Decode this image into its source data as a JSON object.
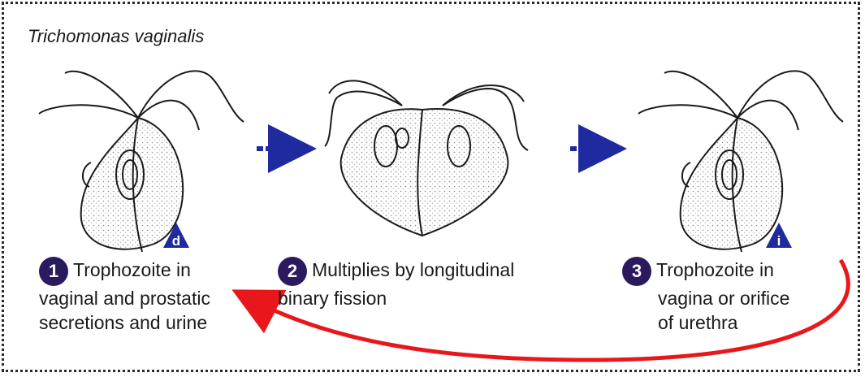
{
  "title": "Trichomonas vaginalis",
  "stages": [
    {
      "number": "1",
      "lines": [
        "Trophozoite in",
        "vaginal and prostatic",
        "secretions and urine"
      ],
      "marker": "d"
    },
    {
      "number": "2",
      "lines": [
        "Multiplies by longitudinal",
        "binary fission"
      ]
    },
    {
      "number": "3",
      "lines": [
        "Trophozoite in",
        "vagina or orifice",
        "of urethra"
      ],
      "marker": "i"
    }
  ],
  "colors": {
    "arrow": "#1f2a9e",
    "cycle_arrow": "#e8171b",
    "number_badge": "#2c1a5e",
    "marker": "#1f2a9e"
  }
}
